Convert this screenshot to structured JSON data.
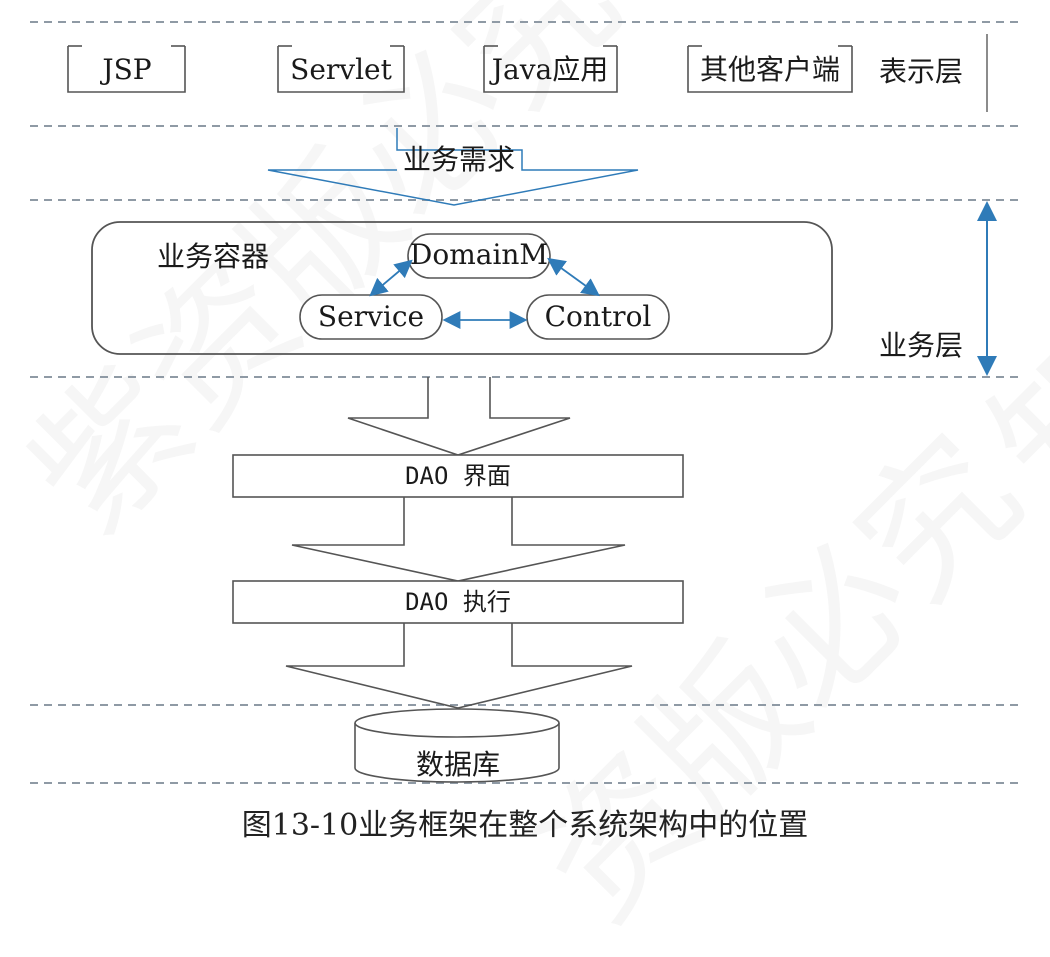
{
  "presentation": {
    "clients": [
      "JSP",
      "Servlet",
      "Java应用",
      "其他客户端"
    ],
    "layer_label": "表示层"
  },
  "business_request_label": "业务需求",
  "business": {
    "container_label": "业务容器",
    "domain_label": "DomainM",
    "service_label": "Service",
    "control_label": "Control",
    "layer_label": "业务层"
  },
  "dao": {
    "interface_label": "DAO  界面",
    "execute_label": "DAO  执行"
  },
  "database_label": "数据库",
  "caption": "图13-10业务框架在整个系统架构中的位置",
  "watermarks": [
    "紫资版必究",
    "资版必究",
    "知"
  ],
  "colors": {
    "line": "#555555",
    "dash": "#8f9aa5",
    "arrow": "#2f7bb8"
  }
}
